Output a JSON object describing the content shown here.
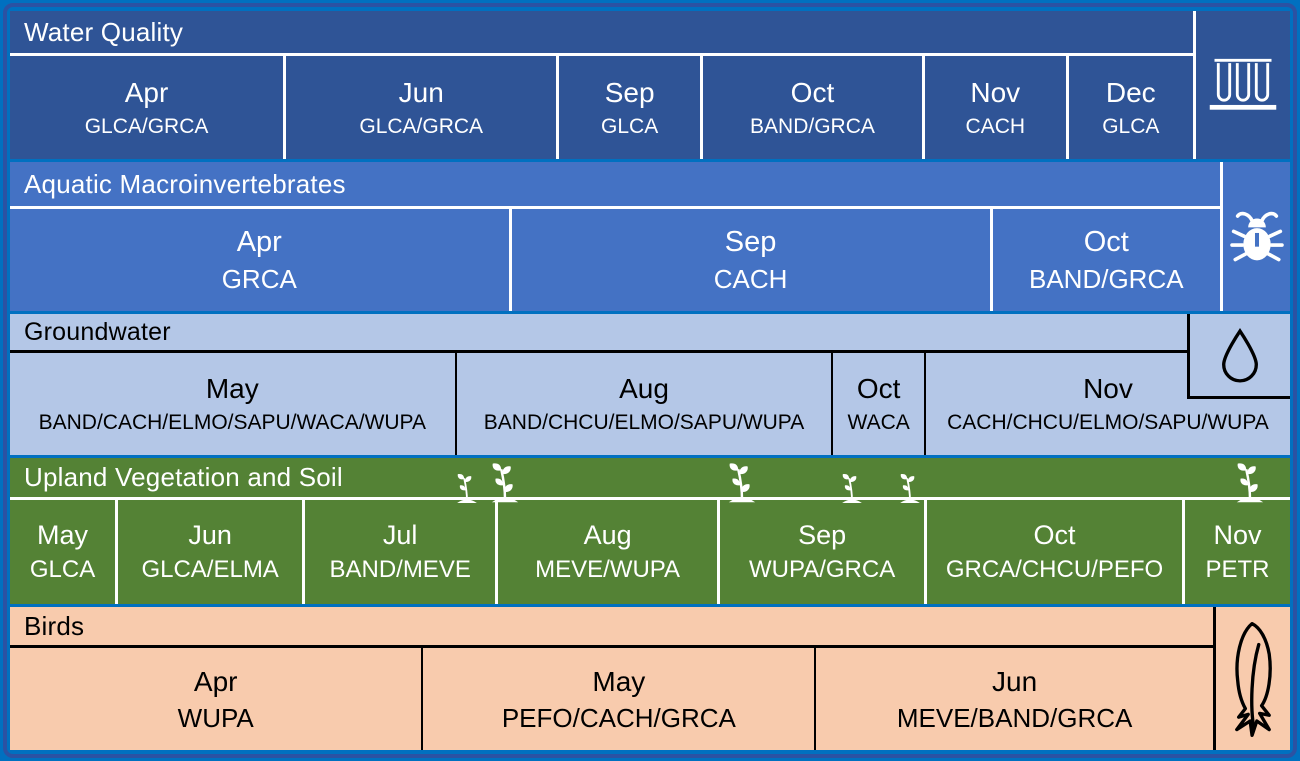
{
  "colors": {
    "frame": "#0070C0",
    "edge_line": "#2B52A3",
    "water_quality": "#2F5496",
    "aquatic": "#4472C4",
    "groundwater": "#B4C7E7",
    "vegetation": "#548235",
    "birds": "#F8CBAD",
    "light_divider": "#FFFFFF",
    "dark_divider": "#000000"
  },
  "sections": [
    {
      "title": "Water Quality",
      "icon": "test-tubes-icon",
      "cells": [
        {
          "month": "Apr",
          "parks": "GLCA/GRCA"
        },
        {
          "month": "Jun",
          "parks": "GLCA/GRCA"
        },
        {
          "month": "Sep",
          "parks": "GLCA"
        },
        {
          "month": "Oct",
          "parks": "BAND/GRCA"
        },
        {
          "month": "Nov",
          "parks": "CACH"
        },
        {
          "month": "Dec",
          "parks": "GLCA"
        }
      ]
    },
    {
      "title": "Aquatic Macroinvertebrates",
      "icon": "beetle-icon",
      "cells": [
        {
          "month": "Apr",
          "parks": "GRCA"
        },
        {
          "month": "Sep",
          "parks": "CACH"
        },
        {
          "month": "Oct",
          "parks": "BAND/GRCA"
        }
      ]
    },
    {
      "title": "Groundwater",
      "icon": "water-droplet-icon",
      "cells": [
        {
          "month": "May",
          "parks": "BAND/CACH/ELMO/SAPU/WACA/WUPA"
        },
        {
          "month": "Aug",
          "parks": "BAND/CHCU/ELMO/SAPU/WUPA"
        },
        {
          "month": "Oct",
          "parks": "WACA"
        },
        {
          "month": "Nov",
          "parks": "CACH/CHCU/ELMO/SAPU/WUPA"
        }
      ]
    },
    {
      "title": "Upland Vegetation and Soil",
      "icon": "seedling-icon",
      "cells": [
        {
          "month": "May",
          "parks": "GLCA"
        },
        {
          "month": "Jun",
          "parks": "GLCA/ELMA"
        },
        {
          "month": "Jul",
          "parks": "BAND/MEVE"
        },
        {
          "month": "Aug",
          "parks": "MEVE/WUPA"
        },
        {
          "month": "Sep",
          "parks": "WUPA/GRCA"
        },
        {
          "month": "Oct",
          "parks": "GRCA/CHCU/PEFO"
        },
        {
          "month": "Nov",
          "parks": "PETR"
        }
      ]
    },
    {
      "title": "Birds",
      "icon": "feather-icon",
      "cells": [
        {
          "month": "Apr",
          "parks": "WUPA"
        },
        {
          "month": "May",
          "parks": "PEFO/CACH/GRCA"
        },
        {
          "month": "Jun",
          "parks": "MEVE/BAND/GRCA"
        }
      ]
    }
  ]
}
